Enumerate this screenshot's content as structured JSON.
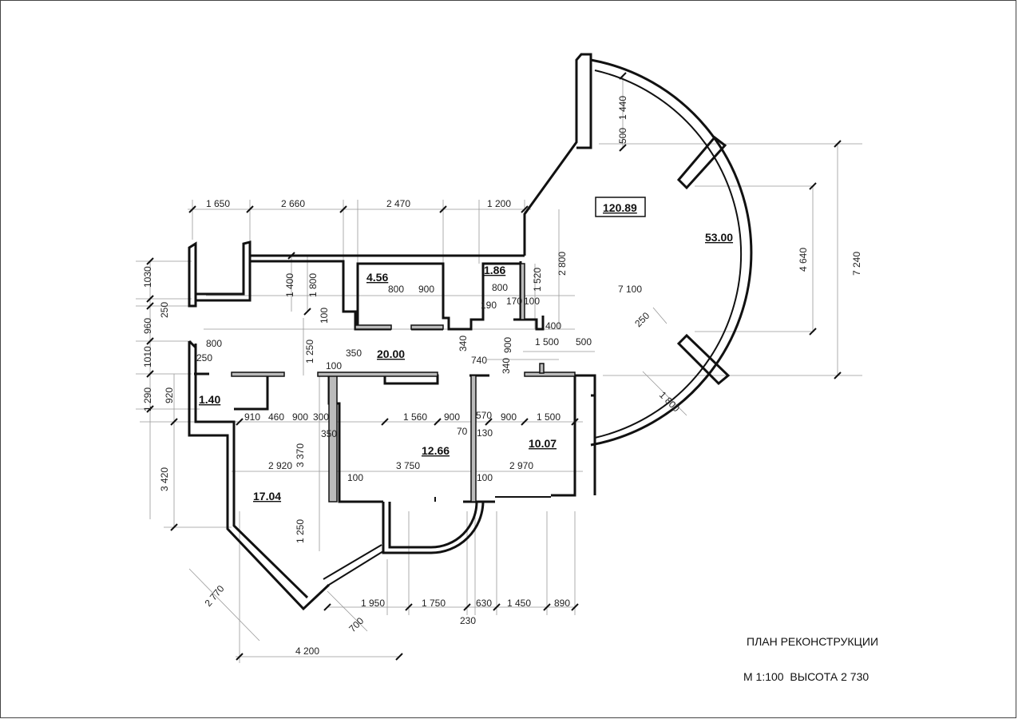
{
  "title": "ПЛАН РЕКОНСТРУКЦИИ",
  "scale": "М 1:100  ВЫСОТА 2 730",
  "total_area": "120.89",
  "rooms": [
    "53.00",
    "4.56",
    "1.86",
    "20.00",
    "1.40",
    "12.66",
    "10.07",
    "17.04"
  ],
  "dimensions": [
    "1 650",
    "2 660",
    "2 470",
    "1 200",
    "1030",
    "250",
    "960",
    "1010",
    "1 290",
    "920",
    "3 420",
    "1 400",
    "1 800",
    "100",
    "1 250",
    "800",
    "900",
    "800",
    "190",
    "170",
    "100",
    "1 520",
    "2 800",
    "7 100",
    "400",
    "340",
    "900",
    "340",
    "740",
    "1 500",
    "500",
    "350",
    "100",
    "800",
    "250",
    "910",
    "460",
    "900",
    "300",
    "350",
    "1 560",
    "900",
    "570",
    "900",
    "1 500",
    "70",
    "130",
    "3 370",
    "2 920",
    "3 750",
    "2 970",
    "100",
    "100",
    "1 250",
    "1 950",
    "1 750",
    "630",
    "1 450",
    "890",
    "230",
    "2 770",
    "700",
    "4 200",
    "1 440",
    "500",
    "4 640",
    "7 240",
    "250",
    "1 800"
  ]
}
